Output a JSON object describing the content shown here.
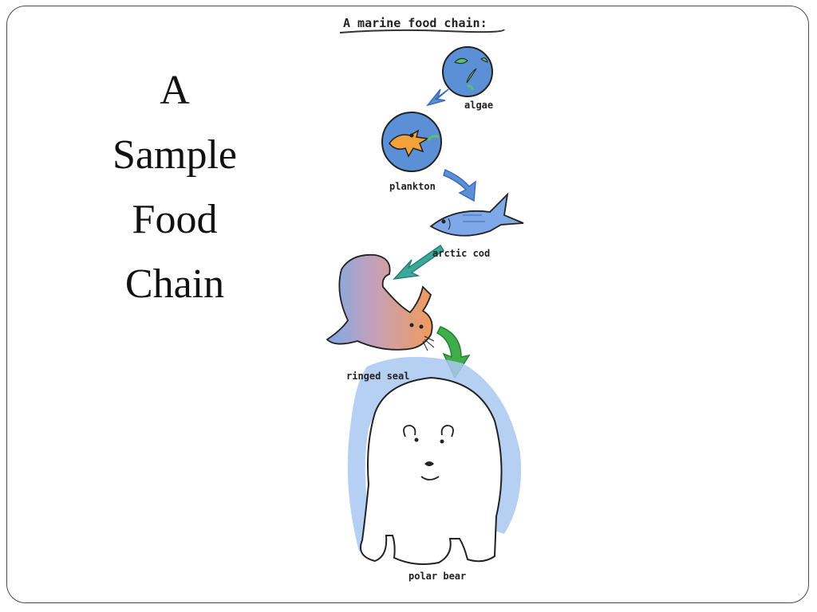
{
  "slide": {
    "title_lines": [
      "A",
      "Sample",
      "Food",
      "Chain"
    ]
  },
  "figure": {
    "heading": "A marine food chain:",
    "labels": {
      "algae": "algae",
      "plankton": "plankton",
      "cod": "arctic cod",
      "seal": "ringed seal",
      "bear": "polar bear"
    },
    "icons": [
      "algae-icon",
      "plankton-icon",
      "arctic-cod-icon",
      "ringed-seal-icon",
      "polar-bear-icon"
    ],
    "colors": {
      "water_blue": "#5b8fd6",
      "arrow_blue": "#5b8fd6",
      "arrow_teal": "#3aa89a",
      "arrow_green": "#3fae4a",
      "algae_green": "#5cbf6a",
      "plankton_orange": "#f3a23a",
      "seal_orange": "#f09a5c",
      "seal_blue": "#7fa8e8",
      "ice_blue": "#a9c8f2"
    }
  }
}
